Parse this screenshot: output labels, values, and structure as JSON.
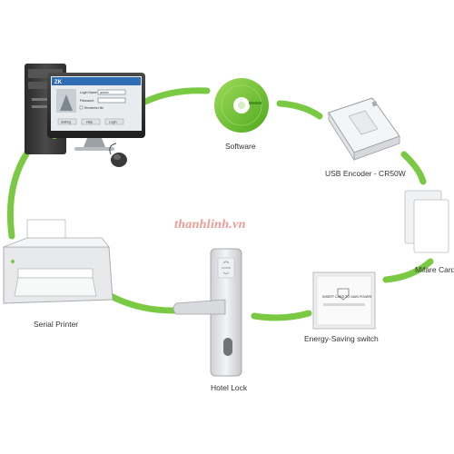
{
  "colors": {
    "connector": "#7ac943",
    "device_gray": "#d9dadc",
    "dark": "#3a3a3a",
    "watermark": "#f08d86"
  },
  "watermark": "thanhlinh.vn",
  "nodes": {
    "software": {
      "label": "Software",
      "icon": "cd-disc-icon"
    },
    "usb_encoder": {
      "label": "USB Encoder - CR50W",
      "icon": "card-encoder-icon"
    },
    "mifare_card": {
      "label": "Mifare Card",
      "icon": "rfid-card-icon"
    },
    "energy_switch": {
      "label": "Energy-Saving switch",
      "icon": "card-switch-icon",
      "panel_text": "INSERT CARD TO GAIN POWER"
    },
    "hotel_lock": {
      "label": "Hotel Lock",
      "icon": "door-lock-icon"
    },
    "serial_printer": {
      "label": "Serial Printer",
      "icon": "printer-icon"
    },
    "computer": {
      "icon": "desktop-computer-icon",
      "window": {
        "logo": "ZK",
        "login_label": "Login Name",
        "login_value": "admin",
        "password_label": "Password",
        "remember_label": "Remember Me",
        "buttons": [
          "Setting",
          "Help",
          "Login"
        ]
      }
    }
  }
}
